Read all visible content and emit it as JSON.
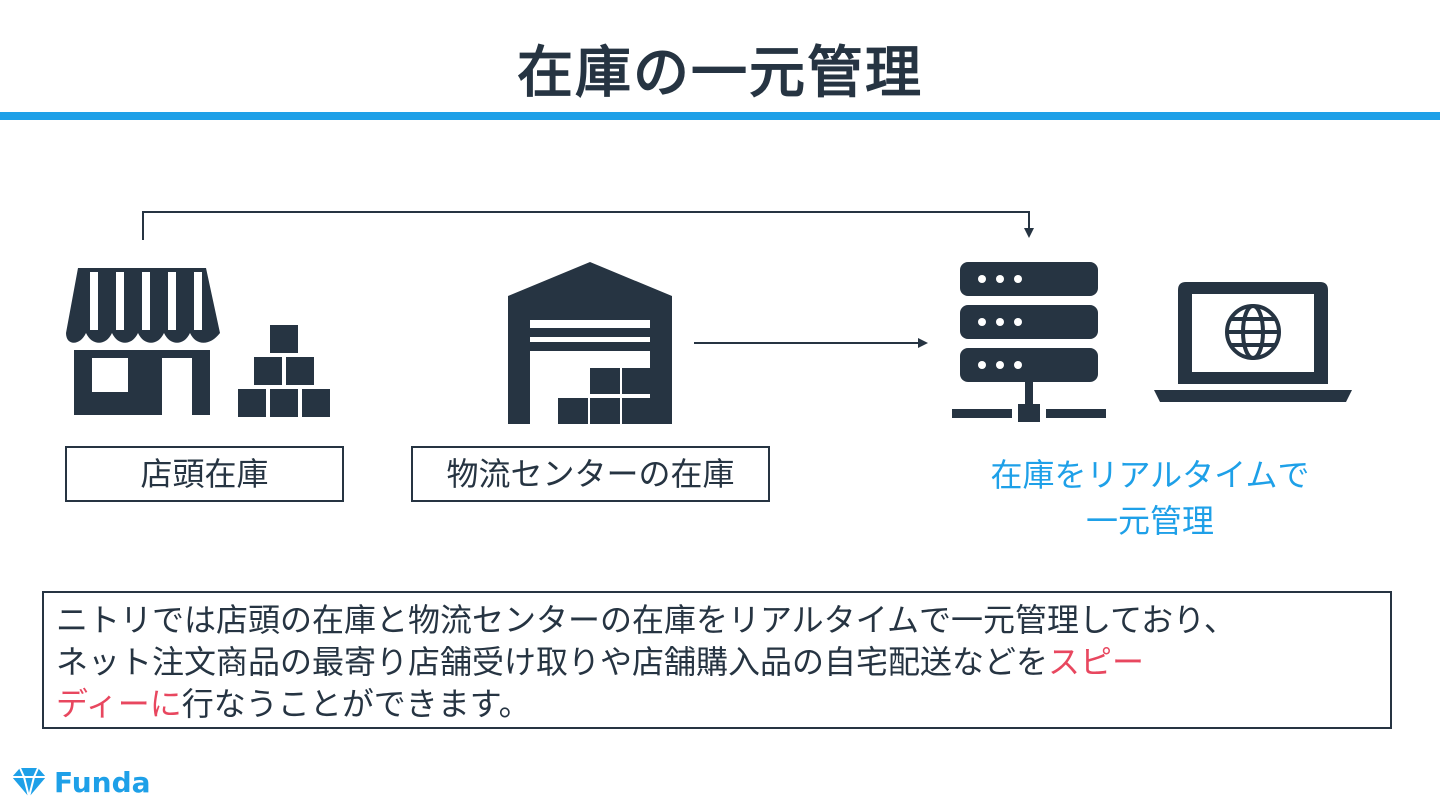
{
  "title": "在庫の一元管理",
  "colors": {
    "accent": "#1ea0e8",
    "dark": "#263442",
    "highlight": "#e8475f"
  },
  "icons": {
    "store": "store-icon",
    "boxes": "boxes-icon",
    "warehouse": "warehouse-icon",
    "server": "server-icon",
    "laptop": "laptop-icon",
    "globe": "globe-icon",
    "logo": "funda-logo-icon"
  },
  "labels": {
    "store_stock": "店頭在庫",
    "warehouse_stock": "物流センターの在庫",
    "realtime_line1": "在庫をリアルタイムで",
    "realtime_line2": "一元管理"
  },
  "description": {
    "line1": "ニトリでは店頭の在庫と物流センターの在庫をリアルタイムで一元管理しており、",
    "line2_prefix": "ネット注文商品の最寄り店舗受け取りや店舗購入品の自宅配送などを",
    "line2_highlight": "スピー",
    "line3_highlight": "ディーに",
    "line3_suffix": "行なうことができます。"
  },
  "logo": {
    "text": "Funda"
  }
}
